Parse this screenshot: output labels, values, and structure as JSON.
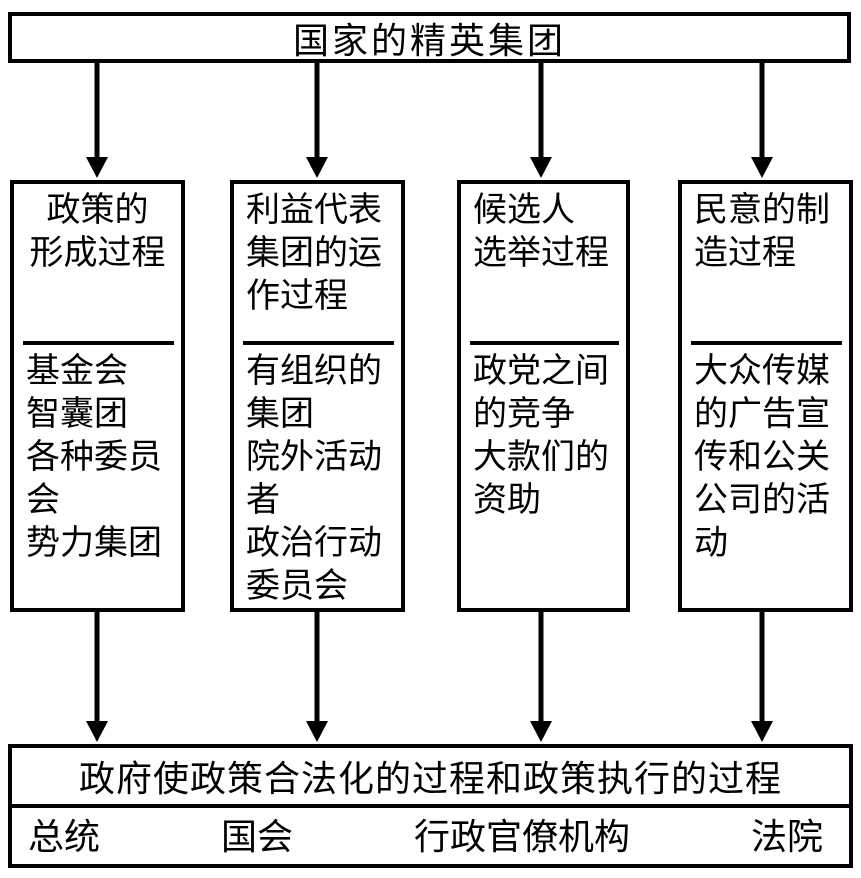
{
  "header": {
    "title": "国家的精英集团"
  },
  "columns": [
    {
      "title": "政策的\n形成过程",
      "items": [
        "基金会",
        "智囊团",
        "各种委员会",
        "势力集团"
      ]
    },
    {
      "title": "利益代表\n集团的运\n作过程",
      "items": [
        "有组织的集团",
        "院外活动者",
        "政治行动委员会"
      ]
    },
    {
      "title": "候选人\n选举过程",
      "items": [
        "政党之间的竞争",
        "大款们的资助"
      ]
    },
    {
      "title": "民意的制\n造过程",
      "items": [
        "大众传媒的广告宣传和公关公司的活动"
      ]
    }
  ],
  "footer": {
    "title": "政府使政策合法化的过程和政策执行的过程",
    "institutions": [
      "总统",
      "国会",
      "行政官僚机构",
      "法院"
    ]
  },
  "colors": {
    "ink": "#000000",
    "background": "#ffffff"
  }
}
